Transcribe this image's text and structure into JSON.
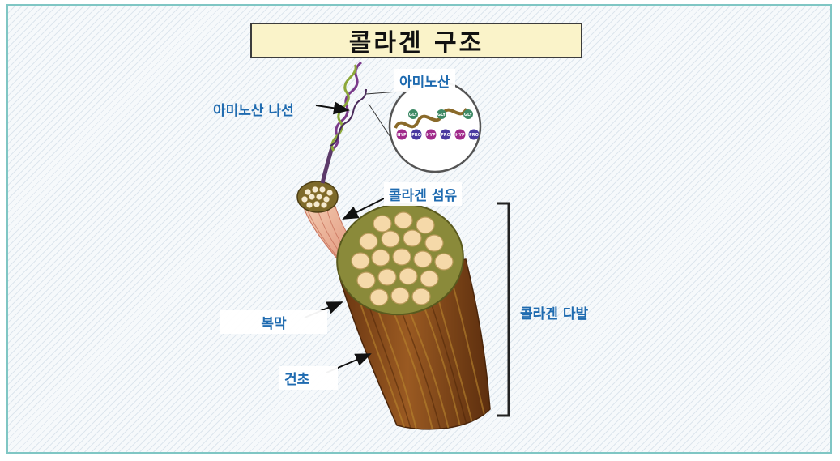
{
  "title": "콜라겐 구조",
  "labels": {
    "amino_acid": "아미노산",
    "amino_acid_helix": "아미노산 나선",
    "collagen_fiber": "콜라겐 섬유",
    "perimysium": "복막",
    "tendon": "건초",
    "collagen_bundle": "콜라겐 다발"
  },
  "amino_acid_units": {
    "top": [
      "GLY",
      "GLY",
      "GLY"
    ],
    "bottom": [
      "HYP",
      "PRO",
      "HYP",
      "PRO",
      "HYP",
      "PRO"
    ]
  },
  "colors": {
    "label_blue": "#1f6bb0",
    "title_bg": "#faf3c9",
    "frame_border": "#7fc6c4",
    "tendon_brown": "#8a4a1c",
    "fiber_cream": "#f5d9a9",
    "matrix_olive": "#8a8a3a"
  }
}
